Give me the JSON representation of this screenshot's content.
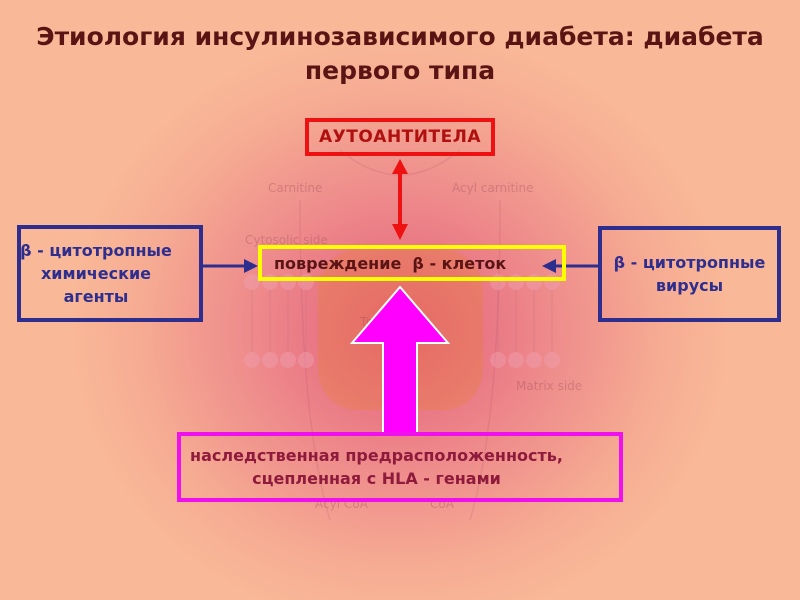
{
  "title": {
    "line1": "Этиология инсулинозависимого диабета: диабета",
    "line2": "первого типа"
  },
  "boxes": {
    "autoantibodies": "АУТОАНТИТЕЛА",
    "beta_cell_damage": "повреждение  β - клеток",
    "chemical_agents": {
      "line1": "β - цитотропные",
      "line2": "химические",
      "line3": "агенты"
    },
    "viruses": {
      "line1": "β - цитотропные",
      "line2": "вирусы"
    },
    "hereditary": {
      "line1": "наследственная предрасположенность,",
      "line2": "сцепленная с HLA - генами"
    }
  },
  "background_labels": {
    "carnitine": "Carnitine",
    "acyl_carnitine_top": "Acyl carnitine",
    "matrix_side": "Matrix side",
    "acyl_coa": "Acyl CoA",
    "coa": "CoA",
    "translocase": "Translocase",
    "cytosolic_side": "Cytosolic side"
  },
  "colors": {
    "title": "#5a1414",
    "autoantibody_border": "#ee1111",
    "damage_border": "#ffff00",
    "agent_border": "#2e2e8f",
    "hereditary_border": "#ee11ee",
    "red_arrow": "#ee1111",
    "magenta_arrow": "#ff00ff",
    "blue_arrow": "#2e2e8f"
  }
}
